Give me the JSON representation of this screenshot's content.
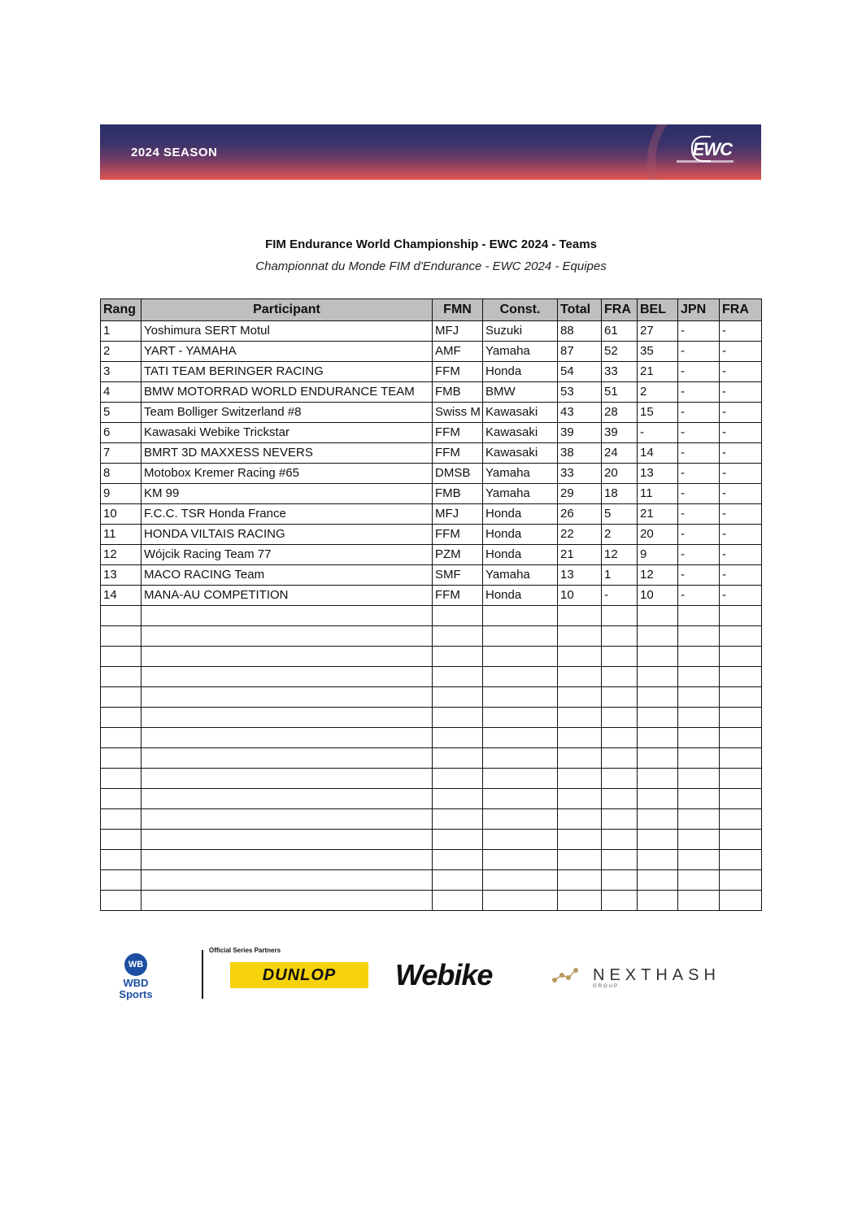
{
  "banner": {
    "season": "2024 SEASON",
    "logo_text": "EWC"
  },
  "title": "FIM Endurance World Championship - EWC 2024 - Teams",
  "subtitle": "Championnat du Monde FIM d'Endurance - EWC 2024 - Equipes",
  "table": {
    "headers": [
      "Rang",
      "Participant",
      "FMN",
      "Const.",
      "Total",
      "FRA",
      "BEL",
      "JPN",
      "FRA"
    ],
    "rows": [
      [
        "1",
        "Yoshimura SERT Motul",
        "MFJ",
        "Suzuki",
        "88",
        "61",
        "27",
        "-",
        "-"
      ],
      [
        "2",
        "YART - YAMAHA",
        "AMF",
        "Yamaha",
        "87",
        "52",
        "35",
        "-",
        "-"
      ],
      [
        "3",
        "TATI TEAM BERINGER RACING",
        "FFM",
        "Honda",
        "54",
        "33",
        "21",
        "-",
        "-"
      ],
      [
        "4",
        "BMW MOTORRAD WORLD ENDURANCE TEAM",
        "FMB",
        "BMW",
        "53",
        "51",
        "2",
        "-",
        "-"
      ],
      [
        "5",
        "Team Bolliger Switzerland #8",
        "Swiss M",
        "Kawasaki",
        "43",
        "28",
        "15",
        "-",
        "-"
      ],
      [
        "6",
        "Kawasaki Webike Trickstar",
        "FFM",
        "Kawasaki",
        "39",
        "39",
        "-",
        "-",
        "-"
      ],
      [
        "7",
        "BMRT 3D MAXXESS NEVERS",
        "FFM",
        "Kawasaki",
        "38",
        "24",
        "14",
        "-",
        "-"
      ],
      [
        "8",
        "Motobox Kremer Racing #65",
        "DMSB",
        "Yamaha",
        "33",
        "20",
        "13",
        "-",
        "-"
      ],
      [
        "9",
        "KM 99",
        "FMB",
        "Yamaha",
        "29",
        "18",
        "11",
        "-",
        "-"
      ],
      [
        "10",
        "F.C.C. TSR Honda France",
        "MFJ",
        "Honda",
        "26",
        "5",
        "21",
        "-",
        "-"
      ],
      [
        "11",
        "HONDA VILTAIS RACING",
        "FFM",
        "Honda",
        "22",
        "2",
        "20",
        "-",
        "-"
      ],
      [
        "12",
        "Wójcik Racing Team 77",
        "PZM",
        "Honda",
        "21",
        "12",
        "9",
        "-",
        "-"
      ],
      [
        "13",
        "MACO RACING Team",
        "SMF",
        "Yamaha",
        "13",
        "1",
        "12",
        "-",
        "-"
      ],
      [
        "14",
        "MANA-AU COMPETITION",
        "FFM",
        "Honda",
        "10",
        "-",
        "10",
        "-",
        "-"
      ]
    ],
    "empty_rows": 15
  },
  "sponsors": {
    "wbd_mark": "WB",
    "wbd_line1": "WBD",
    "wbd_line2": "Sports",
    "official_partners": "Official Series Partners",
    "dunlop": "DUNLOP",
    "webike": "Webike",
    "nexthash": "NEXTHASH",
    "nexthash_sub": "GROUP"
  }
}
